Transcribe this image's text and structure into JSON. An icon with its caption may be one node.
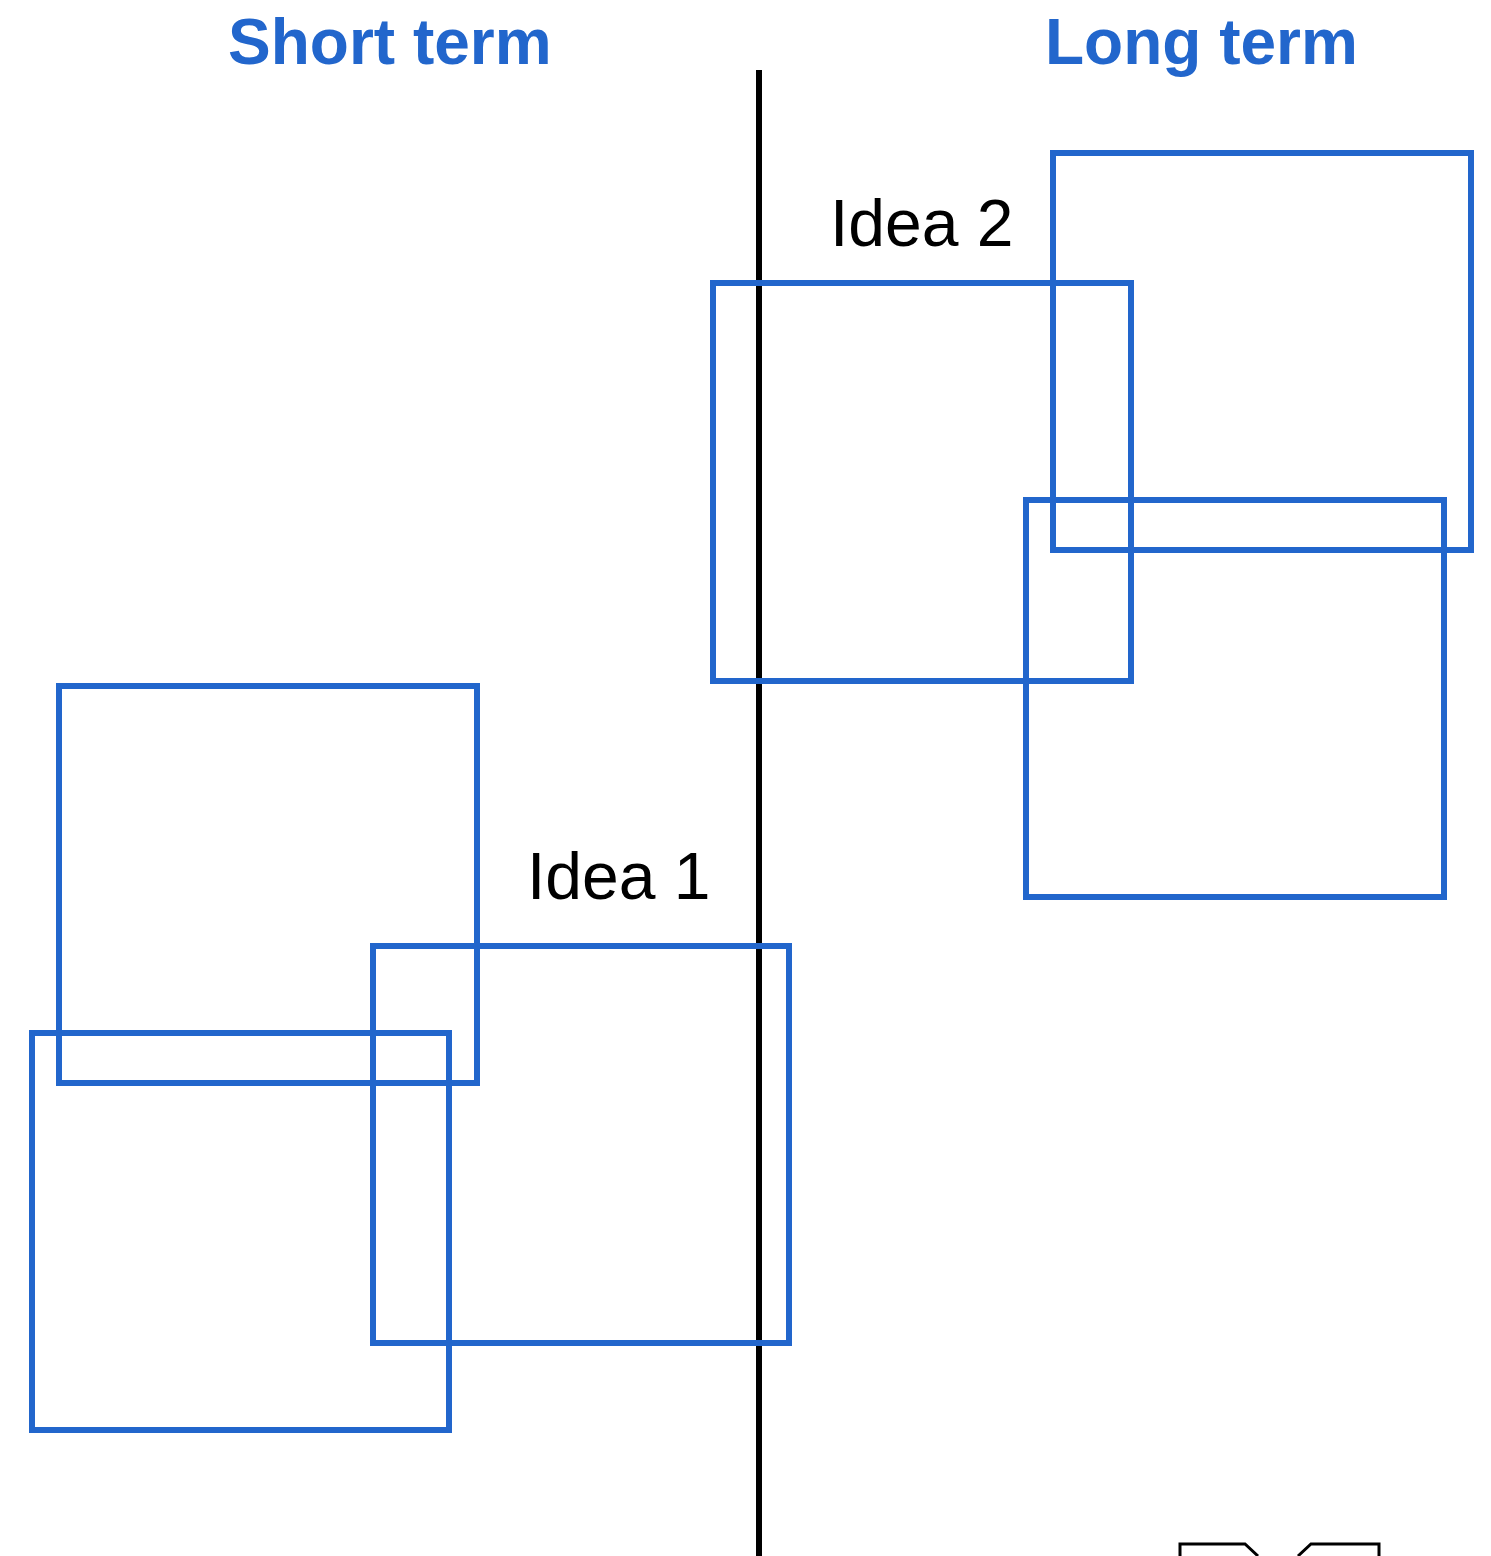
{
  "diagram": {
    "nodes": [
      {
        "text": [],
        "shape": "box"
      },
      {
        "text": [
          "Idea 2"
        ]
      },
      {
        "text": [],
        "shape": "box"
      },
      {
        "text": [],
        "shape": "box"
      },
      {
        "text": [
          "Idea 1"
        ]
      },
      {
        "text": [],
        "shape": "box"
      }
    ],
    "labels": [
      "Short term",
      "Long term"
    ]
  }
}
